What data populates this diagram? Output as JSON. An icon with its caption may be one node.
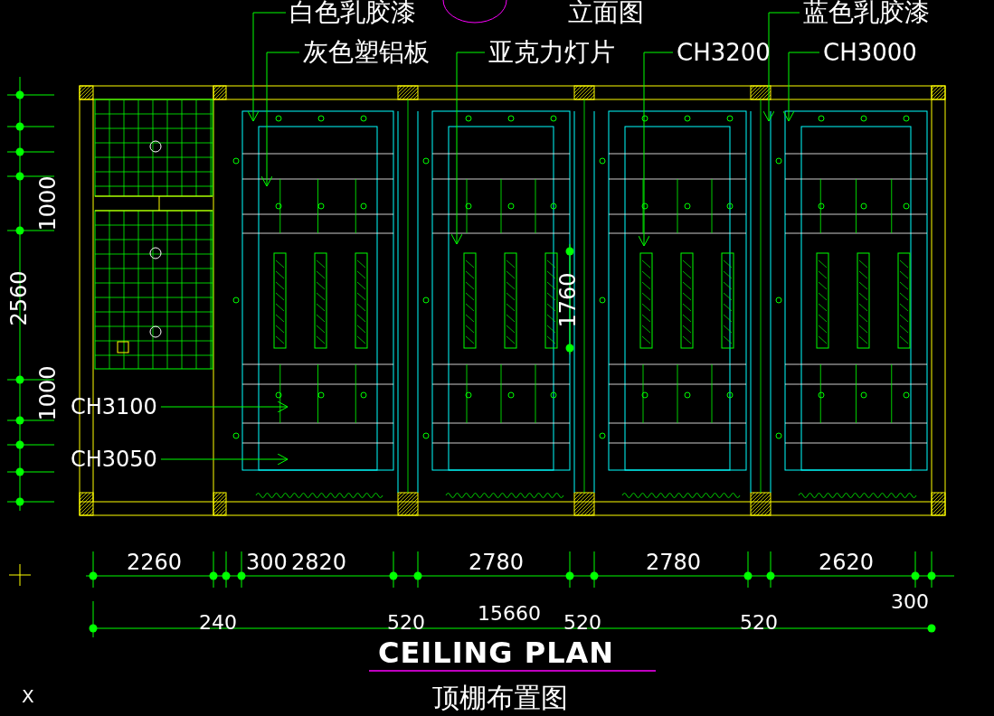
{
  "diagram": {
    "title": "CEILING PLAN",
    "caption": "顶棚布置图",
    "nodes": [
      {
        "text": [
          "白色乳胶漆"
        ]
      },
      {
        "text": [
          "灰色塑铝板"
        ]
      },
      {
        "text": [
          "亚克力灯片"
        ]
      },
      {
        "text": [
          "CH3200"
        ]
      },
      {
        "text": [
          "蓝色乳胶漆"
        ]
      },
      {
        "text": [
          "CH3000"
        ]
      },
      {
        "text": [
          "CH3100"
        ]
      },
      {
        "text": [
          "CH3050"
        ]
      }
    ],
    "edges": [
      {
        "from": 0,
        "to": null,
        "arrow": "to"
      },
      {
        "from": 1,
        "to": null,
        "arrow": "to"
      },
      {
        "from": 2,
        "to": null,
        "arrow": "to"
      },
      {
        "from": 3,
        "to": null,
        "arrow": "to"
      },
      {
        "from": 4,
        "to": null,
        "arrow": "to"
      },
      {
        "from": 5,
        "to": null,
        "arrow": "to"
      },
      {
        "from": 6,
        "to": null,
        "arrow": "to"
      },
      {
        "from": 7,
        "to": null,
        "arrow": "to"
      }
    ],
    "labels": [
      "立面图",
      "1000",
      "2560",
      "1000",
      "1760",
      "2260",
      "300",
      "2820",
      "2780",
      "2780",
      "2620",
      "240",
      "520",
      "15660",
      "520",
      "520",
      "300",
      "X"
    ]
  }
}
